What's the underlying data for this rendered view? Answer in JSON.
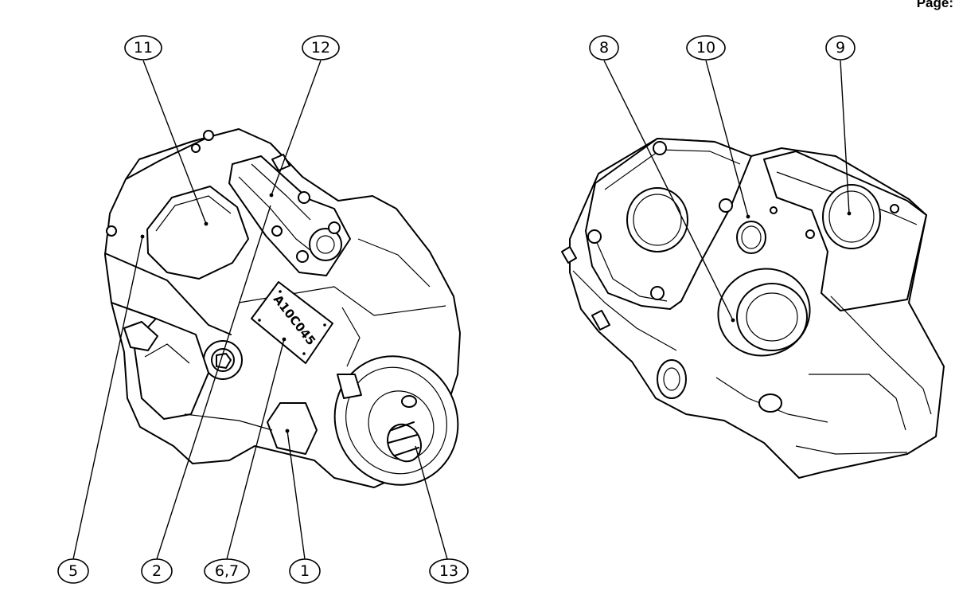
{
  "header": {
    "page_label": "Page:"
  },
  "nameplate": {
    "text": "A10C045"
  },
  "left_view": {
    "balloons": [
      {
        "id": "11"
      },
      {
        "id": "12"
      },
      {
        "id": "5"
      },
      {
        "id": "2"
      },
      {
        "id": "6,7"
      },
      {
        "id": "1"
      },
      {
        "id": "13"
      }
    ]
  },
  "right_view": {
    "balloons": [
      {
        "id": "8"
      },
      {
        "id": "10"
      },
      {
        "id": "9"
      }
    ]
  }
}
